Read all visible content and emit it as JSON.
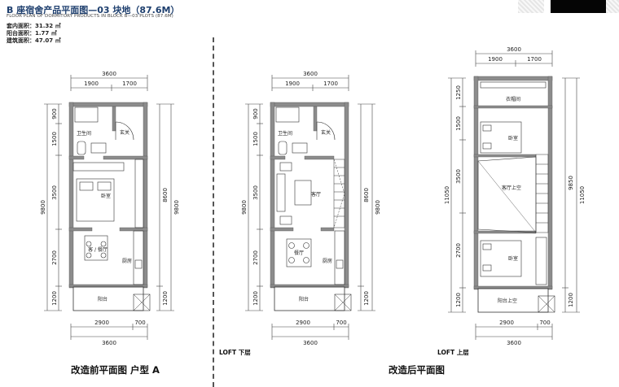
{
  "header": {
    "title": "B 座宿舍产品平面图—03 块地（87.6M）",
    "subtitle": "FLOOR PLAN OF DORMITORY PRODUCTS IN BLOCK B—03 PLOTS (87.6M)",
    "interior_area": "套内面积：31.32 ㎡",
    "balcony_area": "阳台面积：1.77 ㎡",
    "building_area": "建筑面积：47.07 ㎡"
  },
  "captions": {
    "before": "改造前平面图 户型 A",
    "after": "改造后平面图",
    "loft_lower": "LOFT 下层",
    "loft_upper": "LOFT 上层"
  },
  "plan_a": {
    "dim_top_total": "3600",
    "dim_top_left": "1900",
    "dim_top_right": "1700",
    "dim_bottom_left": "2900",
    "dim_bottom_right": "700",
    "dim_bottom_total": "3600",
    "dim_left": [
      "900",
      "1500",
      "3500",
      "2700",
      "1200"
    ],
    "dim_left_total": "9800",
    "dim_right_inner": "8600",
    "dim_right_outer": "9800",
    "dim_right_bottom": "1200",
    "room_bath": "卫生间",
    "room_entry": "玄关",
    "room_bed": "卧室",
    "room_living_dining": "客 / 餐厅",
    "room_kitchen": "厨房",
    "room_balcony": "阳台"
  },
  "plan_b": {
    "dim_top_total": "3600",
    "dim_top_left": "1900",
    "dim_top_right": "1700",
    "dim_bottom_left": "2900",
    "dim_bottom_right": "700",
    "dim_bottom_total": "3600",
    "dim_left": [
      "900",
      "1500",
      "3500",
      "2700",
      "1200"
    ],
    "dim_left_total": "9800",
    "dim_right_inner": "8600",
    "dim_right_outer": "9800",
    "dim_right_bottom": "1200",
    "room_bath": "卫生间",
    "room_entry": "玄关",
    "room_living": "客厅",
    "room_dining": "餐厅",
    "room_kitchen": "厨房",
    "room_balcony": "阳台"
  },
  "plan_c": {
    "dim_top_total": "3600",
    "dim_top_left": "1900",
    "dim_top_right": "1700",
    "dim_bottom_left": "2900",
    "dim_bottom_right": "700",
    "dim_bottom_total": "3600",
    "dim_left": [
      "1250",
      "1500",
      "3500",
      "2700",
      "1200"
    ],
    "dim_left_total": "11050",
    "dim_right_inner": "9850",
    "dim_right_outer": "11050",
    "dim_right_bottom": "1200",
    "room_storage": "衣帽间",
    "room_bed1": "卧室",
    "room_void": "客厅上空",
    "room_bed2": "卧室",
    "room_balcony_void": "阳台上空"
  },
  "colors": {
    "title": "#1e3f6e",
    "wall": "#8c8c8c",
    "line": "#333333"
  }
}
